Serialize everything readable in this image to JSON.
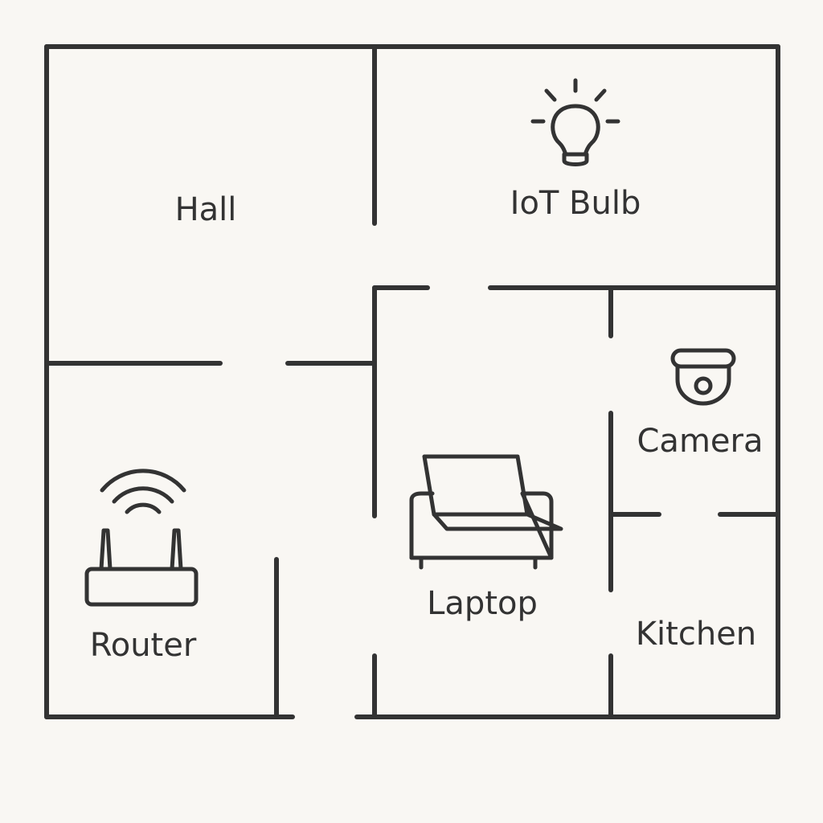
{
  "colors": {
    "background": "#f9f7f3",
    "ink": "#333333"
  },
  "labels": {
    "hall": "Hall",
    "iot_bulb": "IoT Bulb",
    "camera": "Camera",
    "laptop": "Laptop",
    "router": "Router",
    "kitchen": "Kitchen"
  },
  "icons": {
    "bulb": "lightbulb-icon",
    "camera": "security-camera-icon",
    "laptop": "laptop-on-sofa-icon",
    "router": "wifi-router-icon"
  }
}
